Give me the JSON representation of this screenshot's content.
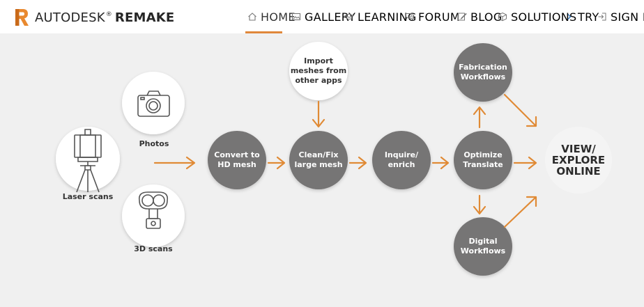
{
  "header": {
    "brand_name": "AUTODESK",
    "brand_product": "REMAKE",
    "brand_registered": "®",
    "nav": [
      {
        "label": "HOME",
        "icon": "home-icon",
        "active": true
      },
      {
        "label": "GALLERY",
        "icon": "image-icon",
        "active": false
      },
      {
        "label": "LEARNING",
        "icon": "graduation-cap-icon",
        "active": false
      },
      {
        "label": "FORUM",
        "icon": "chat-bubbles-icon",
        "active": false
      },
      {
        "label": "BLOG",
        "icon": "pencil-icon",
        "active": false
      },
      {
        "label": "SOLUTIONS",
        "icon": "cube-icon",
        "active": false
      },
      {
        "label": "TRY",
        "icon": "chevron-right-icon",
        "active": false
      },
      {
        "label": "SIGN IN",
        "icon": "sign-in-icon",
        "active": false
      }
    ]
  },
  "diagram": {
    "inputs": {
      "photos": "Photos",
      "laser_scans": "Laser scans",
      "scans_3d": "3D scans",
      "import_1": "Import",
      "import_2": "meshes from",
      "import_3": "other apps"
    },
    "steps": {
      "convert_1": "Convert to",
      "convert_2": "HD mesh",
      "clean_1": "Clean/Fix",
      "clean_2": "large mesh",
      "inquire_1": "Inquire/",
      "inquire_2": "enrich",
      "optimize_1": "Optimize",
      "optimize_2": "Translate",
      "fabrication_1": "Fabrication",
      "fabrication_2": "Workflows",
      "digital_1": "Digital",
      "digital_2": "Workflows"
    },
    "output": {
      "line1": "VIEW/",
      "line2": "EXPLORE",
      "line3": "ONLINE"
    },
    "colors": {
      "step_fill": "#767474",
      "input_fill": "#ffffff",
      "arrow": "#e08a35",
      "active_nav": "#e0873a"
    }
  }
}
